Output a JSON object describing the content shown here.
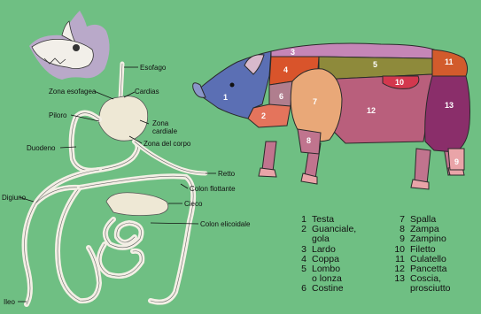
{
  "colors": {
    "background": "#6fbf83",
    "regions": {
      "1": "#5b6fb4",
      "2": "#e4745c",
      "3": "#c586b7",
      "4": "#d9542b",
      "5": "#8e8a3b",
      "6": "#b07e8e",
      "7": "#e9a878",
      "8": "#c0748e",
      "9": "#e9a4a8",
      "10": "#d3384e",
      "11": "#d25b2c",
      "12": "#b95f7c",
      "13": "#8a2e6a"
    }
  },
  "digestive_labels": {
    "esofago": "Esofago",
    "zona_esofagea": "Zona esofagea",
    "cardias": "Cardias",
    "piloro": "Piloro",
    "zona_cardiale": "Zona\ncardiale",
    "zona_corpo": "Zona del corpo",
    "duodeno": "Duodeno",
    "retto": "Retto",
    "colon_flottante": "Colon flottante",
    "digiuno": "Digiuno",
    "cieco": "Cieco",
    "colon_elicoidale": "Colon elicoidale",
    "ileo": "Ileo"
  },
  "cut_numbers": [
    "1",
    "2",
    "3",
    "4",
    "5",
    "6",
    "7",
    "8",
    "9",
    "10",
    "11",
    "12",
    "13"
  ],
  "legend": {
    "left": [
      {
        "n": "1",
        "t": "Testa"
      },
      {
        "n": "2",
        "t": "Guanciale,\ngola"
      },
      {
        "n": "3",
        "t": "Lardo"
      },
      {
        "n": "4",
        "t": "Coppa"
      },
      {
        "n": "5",
        "t": "Lombo\no lonza"
      },
      {
        "n": "6",
        "t": "Costine"
      }
    ],
    "right": [
      {
        "n": "7",
        "t": "Spalla"
      },
      {
        "n": "8",
        "t": "Zampa"
      },
      {
        "n": "9",
        "t": "Zampino"
      },
      {
        "n": "10",
        "t": "Filetto"
      },
      {
        "n": "11",
        "t": "Culatello"
      },
      {
        "n": "12",
        "t": "Pancetta"
      },
      {
        "n": "13",
        "t": "Coscia,\nprosciutto"
      }
    ]
  }
}
